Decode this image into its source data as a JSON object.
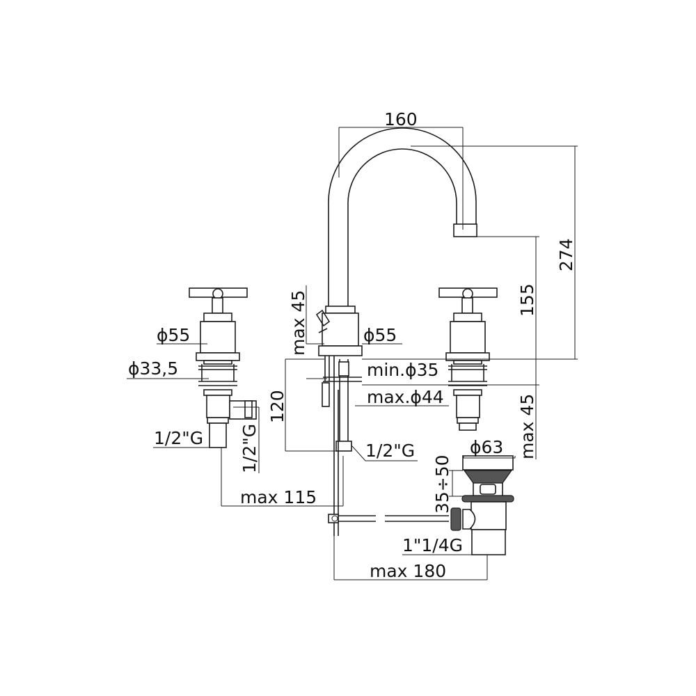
{
  "dimensions": {
    "spout_reach": "160",
    "total_height": "274",
    "spout_height": "155",
    "max_thickness_left": "max 45",
    "max_thickness_right": "max 45",
    "left_handle_diameter": "ϕ55",
    "spout_base_diameter": "ϕ55",
    "left_shank_diameter": "ϕ33,5",
    "min_hole": "min.ϕ35",
    "max_hole": "max.ϕ44",
    "spout_shank_length": "120",
    "left_outlet_thread": "1/2\"G",
    "left_side_thread": "1/2\"G",
    "spout_thread": "1/2\"G",
    "waste_diameter": "ϕ63",
    "waste_range": "35÷50",
    "max_distance_left": "max 115",
    "waste_thread": "1\"1/4G",
    "max_distance_waste": "max 180"
  }
}
